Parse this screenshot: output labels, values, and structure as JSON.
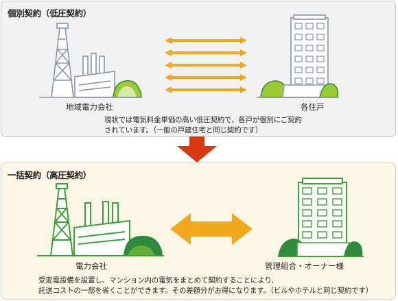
{
  "individual": {
    "title": "個別契約（低圧契約）",
    "left_label": "地域電力会社",
    "right_label": "各住戸",
    "desc_line1": "現状では電気料金単価の高い低圧契約で、各戸が個別にご契約",
    "desc_line2": "されています。（一般の戸建住宅と同じ契約です）"
  },
  "bulk": {
    "title": "一括契約（高圧契約）",
    "left_label": "電力会社",
    "right_label": "管理組合・オーナー様",
    "desc_line1": "受変電設備を設置し、マンション内の電気をまとめて契約することにより、",
    "desc_line2": "託送コストの一部を省くことができます。その差額分がお得になります。（ビルやホテルと同じ契約です）"
  },
  "colors": {
    "arrow_orange": "#f2a81c",
    "down_arrow_red": "#d9380e",
    "gray_line": "#8a95a8",
    "green_line": "#3aa334",
    "bush_green": "#9acb34",
    "bush_dark": "#2e8b3e"
  }
}
